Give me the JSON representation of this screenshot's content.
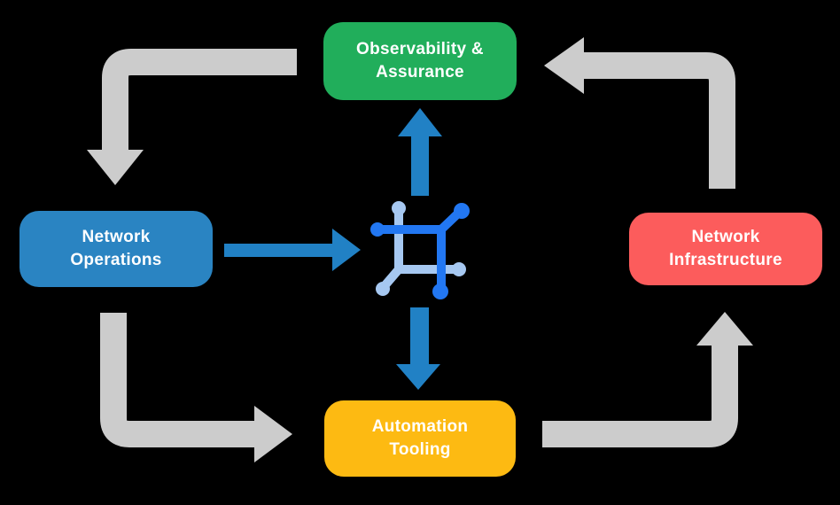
{
  "nodes": {
    "observability": {
      "line1": "Observability &",
      "line2": "Assurance"
    },
    "operations": {
      "line1": "Network",
      "line2": "Operations"
    },
    "infrastructure": {
      "line1": "Network",
      "line2": "Infrastructure"
    },
    "automation": {
      "line1": "Automation",
      "line2": "Tooling"
    }
  },
  "icons": {
    "center": "network-mesh-icon"
  },
  "colors": {
    "background": "#000000",
    "node_green": "#21AE5B",
    "node_blue": "#2A84C2",
    "node_red": "#FC5C5C",
    "node_yellow": "#FDBA12",
    "node_text": "#FFFFFF",
    "flow_arrow_gray": "#CCCCCC",
    "process_arrow_blue": "#2181C5",
    "icon_blue_dark": "#2277F2",
    "icon_blue_light": "#A6C8F1"
  }
}
